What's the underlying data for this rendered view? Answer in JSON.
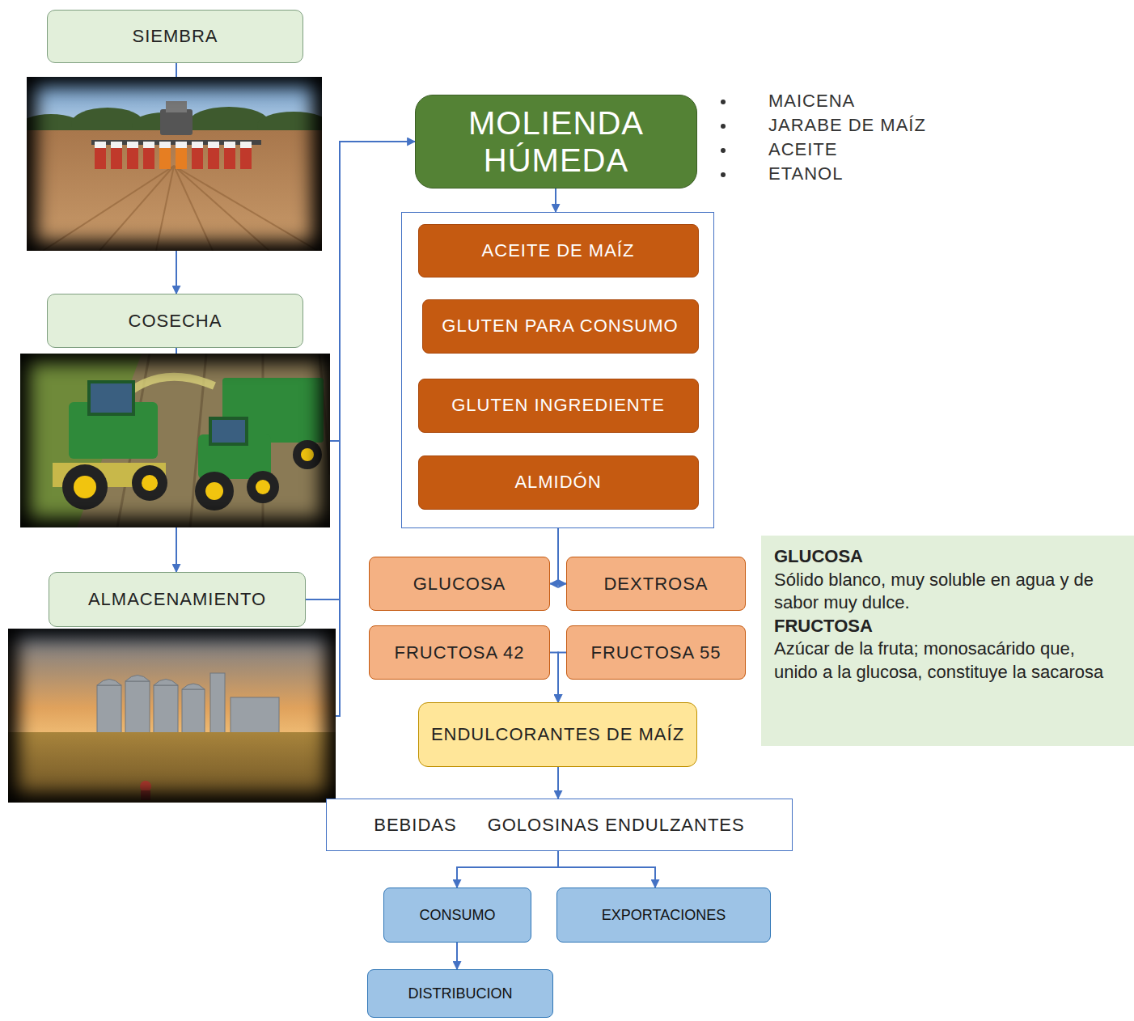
{
  "diagram": {
    "nodes": [
      {
        "text": [
          "SIEMBRA"
        ]
      },
      {
        "text": [
          "COSECHA"
        ]
      },
      {
        "text": [
          "ALMACENAMIENTO"
        ]
      },
      {
        "text": [
          "MOLIENDA HÚMEDA"
        ]
      },
      {
        "text": []
      },
      {
        "text": [
          "ACEITE DE MAÍZ"
        ],
        "in": 4
      },
      {
        "text": [
          "GLUTEN PARA CONSUMO"
        ],
        "in": 4
      },
      {
        "text": [
          "GLUTEN INGREDIENTE"
        ],
        "in": 4
      },
      {
        "text": [
          "ALMIDÓN"
        ],
        "in": 4
      },
      {
        "text": [
          "GLUCOSA"
        ]
      },
      {
        "text": [
          "DEXTROSA"
        ]
      },
      {
        "text": [
          "FRUCTOSA 42"
        ]
      },
      {
        "text": [
          "FRUCTOSA 55"
        ]
      },
      {
        "text": [
          "GLUCOSA",
          "Sólido blanco, muy soluble en agua y de sabor muy dulce.",
          "FRUCTOSA",
          "Azúcar de la fruta; monosacárido que, unido a la glucosa, constituye la sacarosa"
        ]
      },
      {
        "text": [
          "ENDULCORANTES DE MAÍZ"
        ]
      },
      {
        "text": [
          "BEBIDAS",
          "GOLOSINAS ENDULZANTES"
        ]
      },
      {
        "text": [
          "CONSUMO"
        ]
      },
      {
        "text": [
          "EXPORTACIONES"
        ]
      },
      {
        "text": [
          "DISTRIBUCION"
        ]
      }
    ],
    "edges": [
      {
        "from": 0,
        "to": 1,
        "arrow": "to"
      },
      {
        "from": 1,
        "to": 2,
        "arrow": "to"
      },
      {
        "from": 2,
        "to": 3,
        "arrow": "to"
      },
      {
        "from": 3,
        "to": 4,
        "arrow": "to"
      },
      {
        "from": 4,
        "to": 9,
        "arrow": "to"
      },
      {
        "from": 4,
        "to": 10,
        "arrow": "to"
      },
      {
        "from": 11,
        "to": 14,
        "arrow": "to"
      },
      {
        "from": 12,
        "to": 14,
        "arrow": "to"
      },
      {
        "from": 14,
        "to": 15,
        "arrow": "to"
      },
      {
        "from": 15,
        "to": 16,
        "arrow": "to"
      },
      {
        "from": 15,
        "to": 17,
        "arrow": "to"
      },
      {
        "from": 16,
        "to": 18,
        "arrow": "to"
      }
    ],
    "labels": [
      "MAICENA",
      "JARABE DE MAÍZ",
      "ACEITE",
      "ETANOL"
    ]
  }
}
